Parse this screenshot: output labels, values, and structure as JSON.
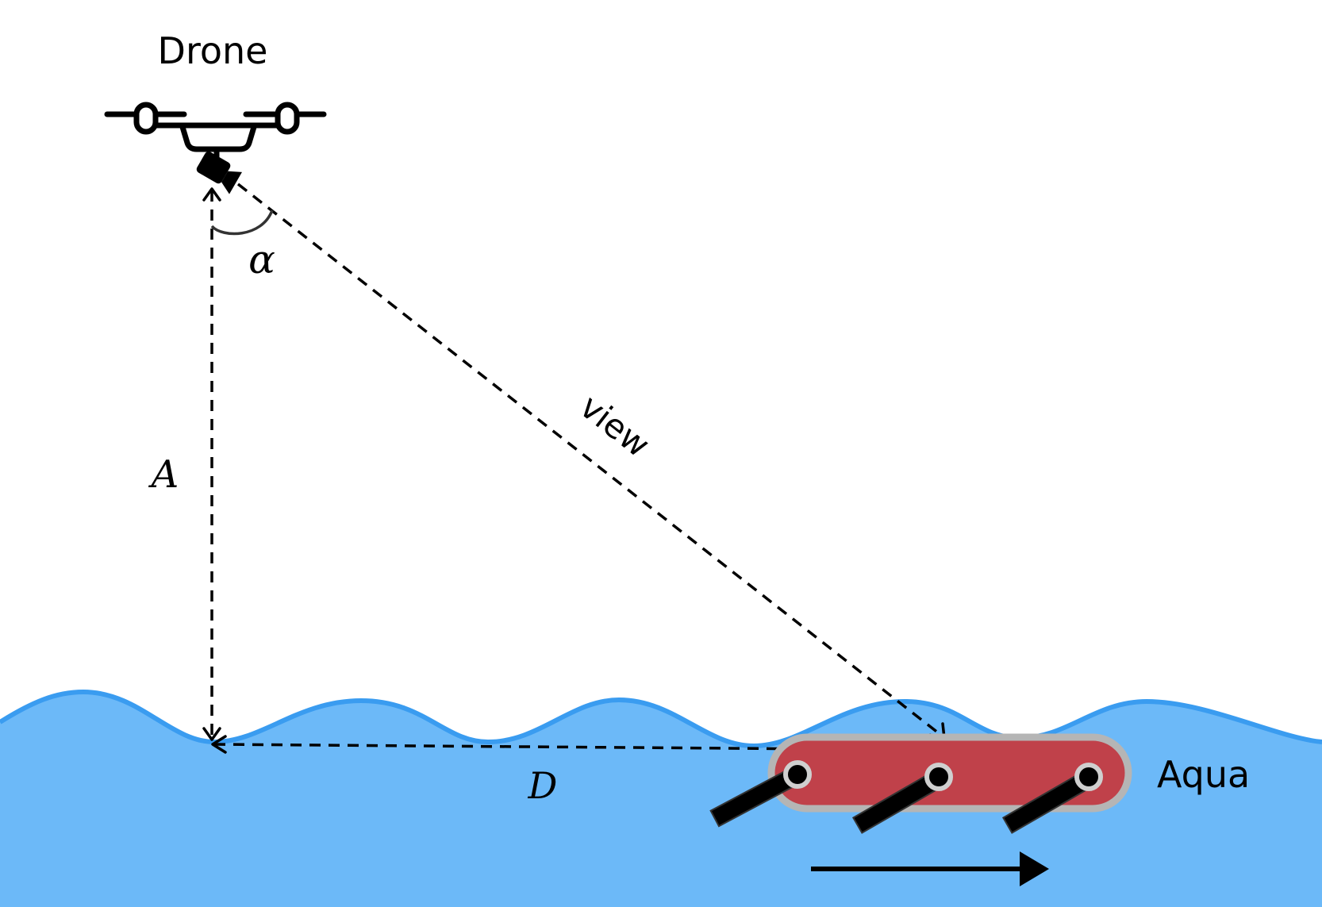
{
  "labels": {
    "drone": "Drone",
    "aqua": "Aqua",
    "view": "view",
    "altitude": "A",
    "distance": "D",
    "angle": "α"
  },
  "colors": {
    "water_fill": "#6cb9f8",
    "water_edge": "#3a9cf0",
    "robot_body": "#c0414a",
    "robot_outline": "#b5b5b5",
    "ink": "#000000"
  },
  "icons": {
    "drone": "drone-icon",
    "camera": "camera-icon",
    "robot": "aqua-robot-icon",
    "direction": "right-arrow-icon"
  }
}
